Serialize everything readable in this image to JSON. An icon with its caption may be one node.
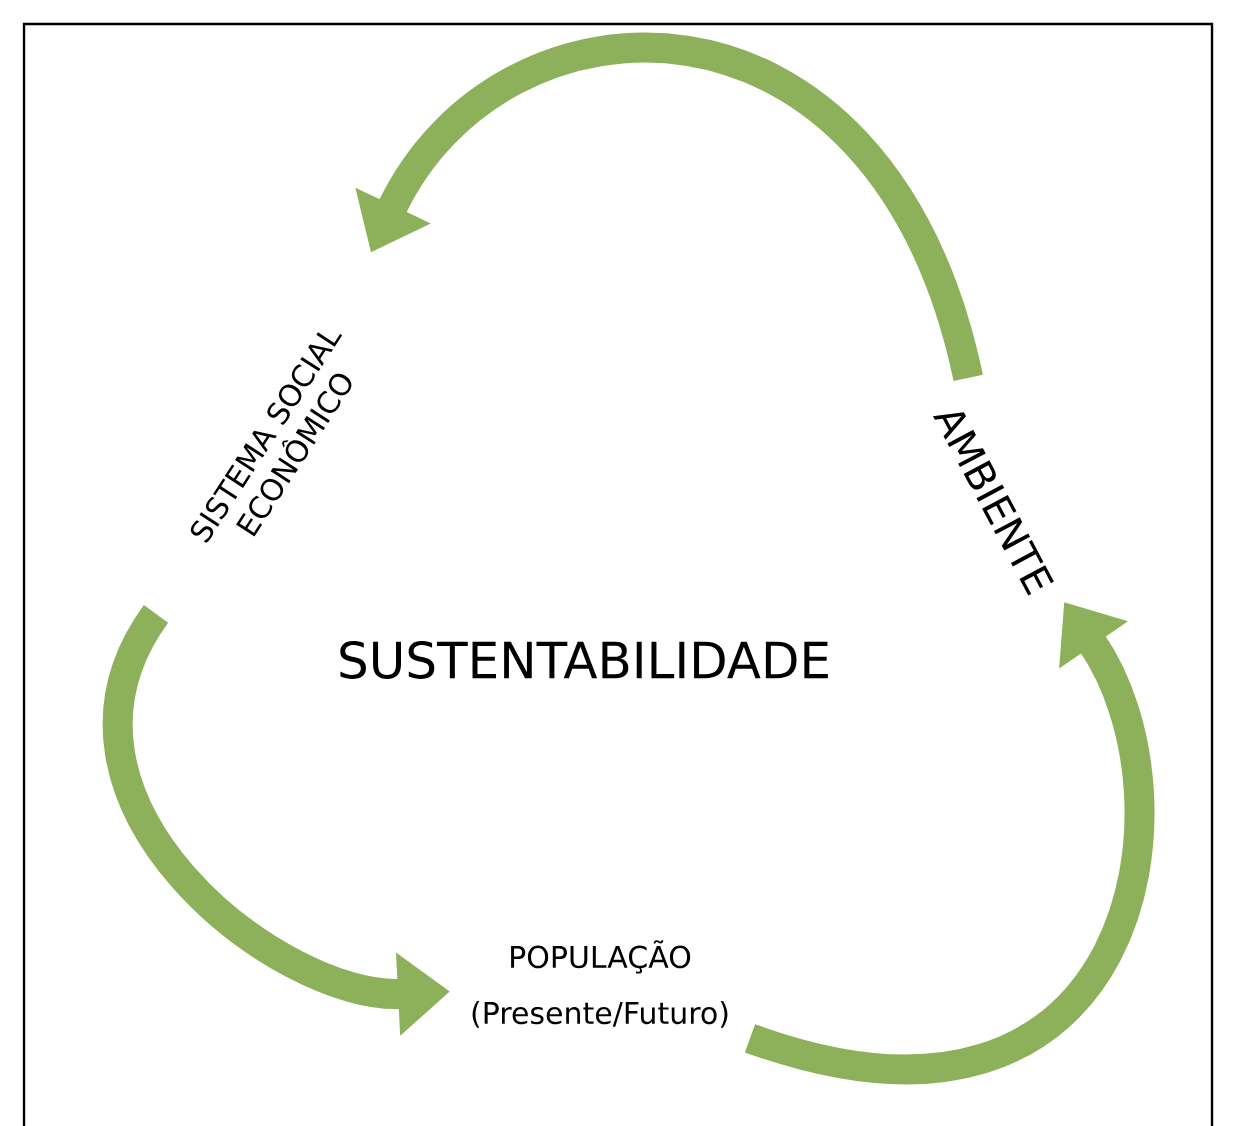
{
  "diagram": {
    "nodes": [
      {
        "text": [
          "SUSTENTABILIDADE"
        ]
      },
      {
        "text": [
          "SISTEMA SOCIAL ECONÔMICO"
        ]
      },
      {
        "text": [
          "AMBIENTE"
        ]
      },
      {
        "text": [
          "POPULAÇÃO",
          "(Presente/Futuro)"
        ]
      }
    ],
    "edges": [
      {
        "from": 2,
        "to": 1,
        "arrow": "to"
      },
      {
        "from": 1,
        "to": 3,
        "arrow": "to"
      },
      {
        "from": 3,
        "to": 2,
        "arrow": "to"
      }
    ]
  }
}
